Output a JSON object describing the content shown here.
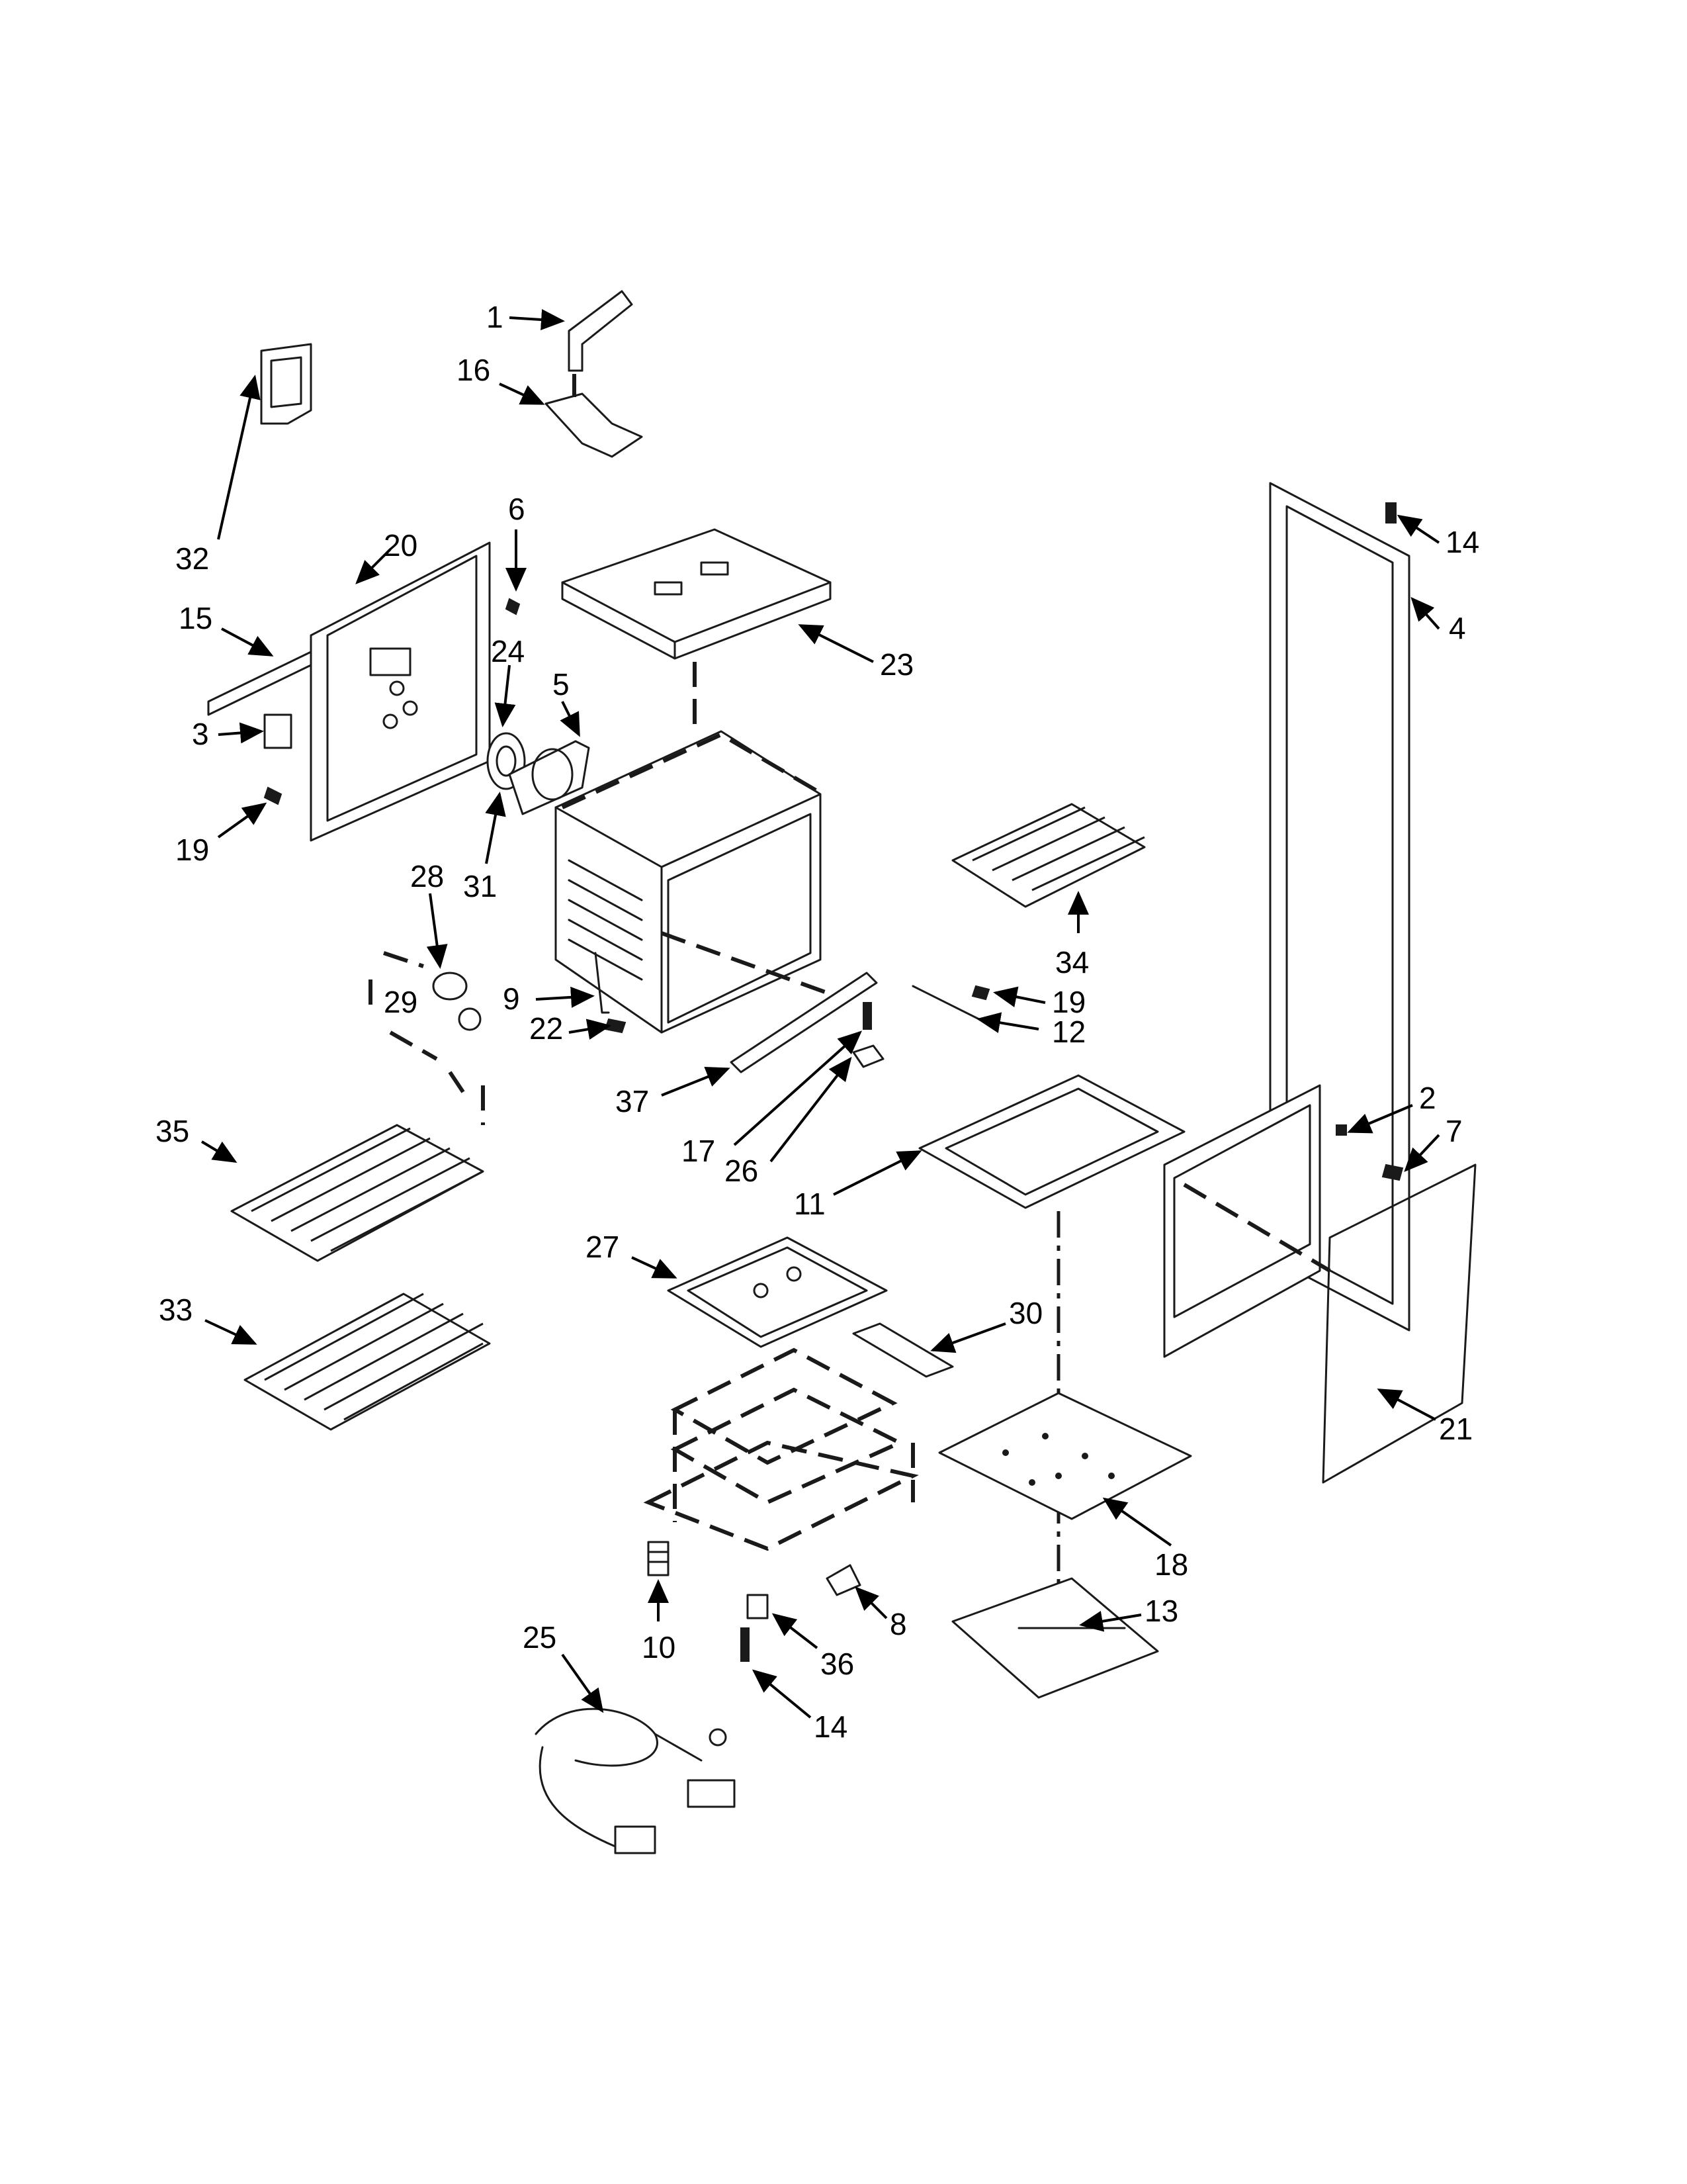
{
  "diagram": {
    "callouts": [
      "1",
      "16",
      "32",
      "20",
      "6",
      "15",
      "24",
      "5",
      "23",
      "3",
      "19",
      "31",
      "28",
      "29",
      "9",
      "22",
      "37",
      "17",
      "26",
      "35",
      "33",
      "27",
      "30",
      "10",
      "36",
      "25",
      "14",
      "8",
      "13",
      "18",
      "11",
      "34",
      "19",
      "12",
      "2",
      "7",
      "4",
      "14",
      "21"
    ]
  }
}
